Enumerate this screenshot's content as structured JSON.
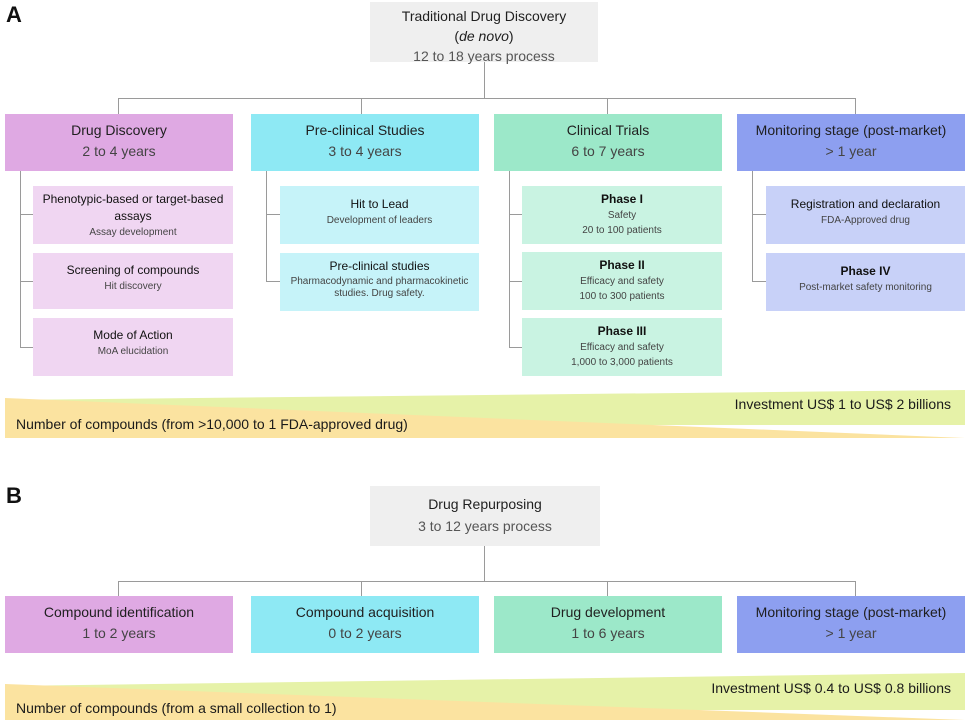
{
  "panel_a": {
    "letter": "A",
    "root": {
      "title": "Traditional Drug Discovery",
      "title_italic": "de novo",
      "subtitle": "12 to 18 years process"
    },
    "stages": [
      {
        "title": "Drug Discovery",
        "duration": "2 to 4 years",
        "color": "#dfa9e3",
        "items": [
          {
            "title": "Phenotypic-based or target-based assays",
            "desc": "Assay development"
          },
          {
            "title": "Screening of compounds",
            "desc": "Hit discovery"
          },
          {
            "title": "Mode of Action",
            "desc": "MoA elucidation"
          }
        ],
        "item_color": "#f0d6f2"
      },
      {
        "title": "Pre-clinical Studies",
        "duration": "3 to 4 years",
        "color": "#8ee9f4",
        "items": [
          {
            "title": "Hit to Lead",
            "desc": "Development of leaders"
          },
          {
            "title": "Pre-clinical studies",
            "desc": "Pharmacodynamic and pharmacokinetic studies. Drug safety."
          }
        ],
        "item_color": "#c6f3f9"
      },
      {
        "title": "Clinical Trials",
        "duration": "6 to 7 years",
        "color": "#9ce8c9",
        "items": [
          {
            "title": "Phase I",
            "desc": "Safety",
            "desc2": "20 to 100 patients"
          },
          {
            "title": "Phase II",
            "desc": "Efficacy and safety",
            "desc2": "100 to 300 patients"
          },
          {
            "title": "Phase III",
            "desc": "Efficacy and safety",
            "desc2": "1,000 to 3,000 patients"
          }
        ],
        "item_color": "#c9f3e2"
      },
      {
        "title": "Monitoring stage (post-market)",
        "duration": "> 1 year",
        "color": "#8d9ff0",
        "items": [
          {
            "title": "Registration and declaration",
            "desc": "FDA-Approved drug"
          },
          {
            "title": "Phase IV",
            "desc": "Post-market safety monitoring"
          }
        ],
        "item_color": "#c8d1f8"
      }
    ],
    "investment": "Investment US$ 1 to US$ 2 billions",
    "compounds": "Number of compounds (from >10,000 to 1 FDA-approved drug)"
  },
  "panel_b": {
    "letter": "B",
    "root": {
      "title": "Drug Repurposing",
      "subtitle": "3 to 12 years process"
    },
    "stages": [
      {
        "title": "Compound identification",
        "duration": "1 to 2 years",
        "color": "#dfa9e3"
      },
      {
        "title": "Compound acquisition",
        "duration": "0 to 2 years",
        "color": "#8ee9f4"
      },
      {
        "title": "Drug development",
        "duration": "1 to 6 years",
        "color": "#9ce8c9"
      },
      {
        "title": "Monitoring stage (post-market)",
        "duration": "> 1 year",
        "color": "#8d9ff0"
      }
    ],
    "investment": "Investment US$ 0.4 to US$ 0.8 billions",
    "compounds": "Number of compounds (from a small collection to 1)"
  },
  "colors": {
    "investment_band": "#e6f2a8",
    "compounds_band": "#fbe3a0",
    "root_box": "#efefef",
    "connector": "#9a9a9a"
  }
}
